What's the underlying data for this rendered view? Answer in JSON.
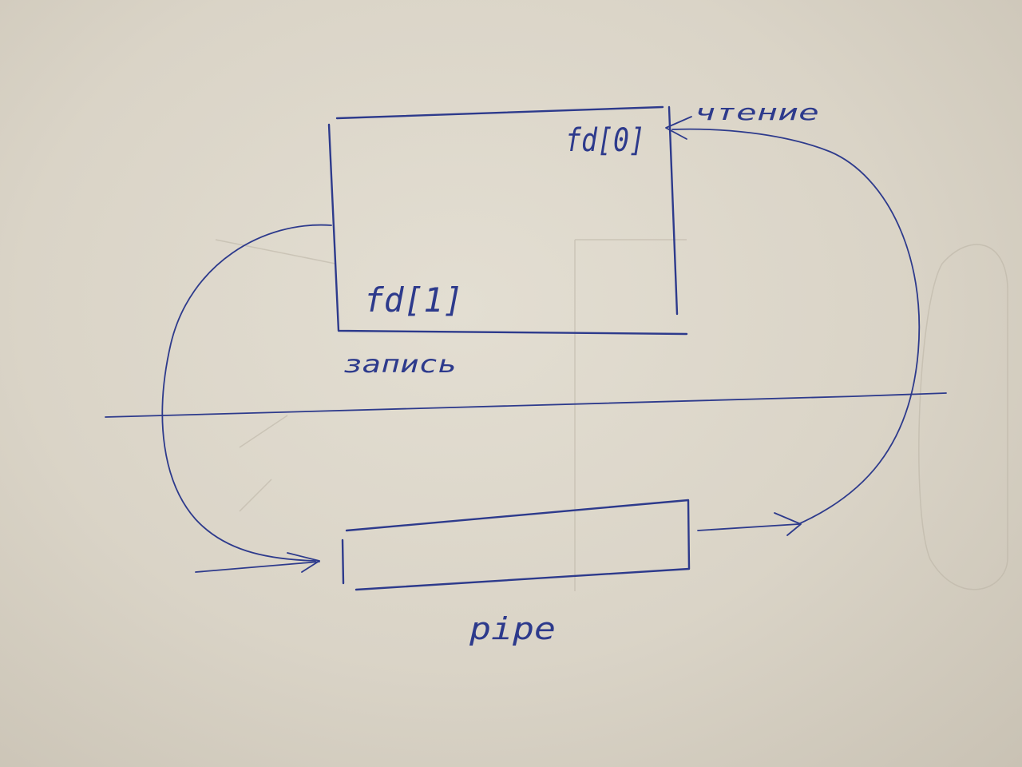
{
  "labels": {
    "read_end": "fd[0]",
    "write_end": "fd[1]",
    "read_caption": "чтение",
    "write_caption": "запись",
    "pipe_caption": "pipe"
  },
  "colors": {
    "ink": "#2d3a8c",
    "paper": "#e3ded2"
  }
}
